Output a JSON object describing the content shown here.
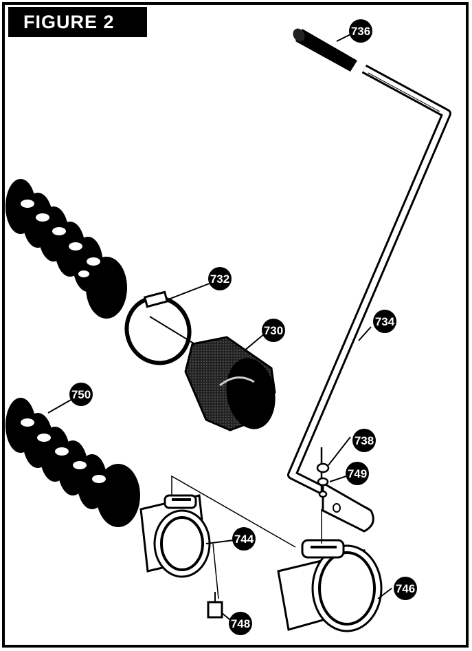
{
  "figure": {
    "title": "FIGURE 2"
  },
  "callouts": [
    "736",
    "732",
    "730",
    "734",
    "750",
    "738",
    "749",
    "744",
    "746",
    "748"
  ],
  "colors": {
    "ink": "#000000",
    "paper": "#ffffff"
  }
}
